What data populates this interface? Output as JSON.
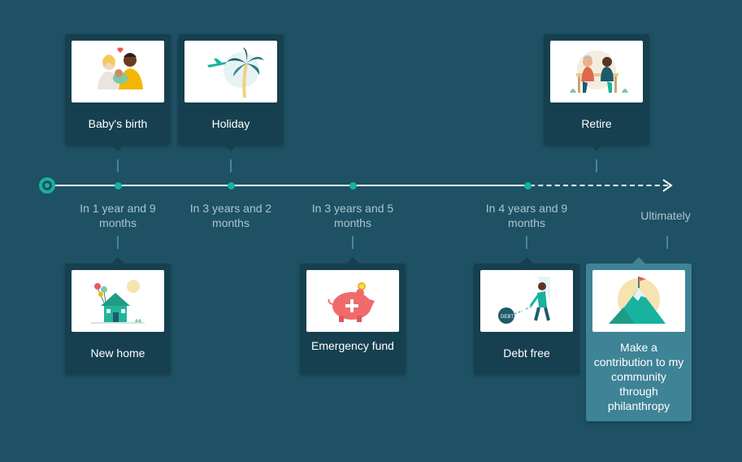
{
  "milestones_top": [
    {
      "label": "Baby's birth",
      "image": "parents-with-baby-illustration"
    },
    {
      "label": "Holiday",
      "image": "palm-tree-airplane-illustration"
    },
    {
      "label": "Retire",
      "image": "elderly-couple-on-bench-illustration"
    }
  ],
  "milestones_bottom": [
    {
      "label": "New home",
      "image": "house-with-balloons-illustration"
    },
    {
      "label": "Emergency fund",
      "image": "piggy-bank-illustration"
    },
    {
      "label": "Debt free",
      "image": "breaking-debt-chain-illustration"
    },
    {
      "label": "Make a contribution to my community through philanthropy",
      "image": "mountain-flag-illustration"
    }
  ],
  "timeline": {
    "times": [
      "In 1 year and 9 months",
      "In 3 years and 2 months",
      "In 3 years and 5 months",
      "In 4 years and 9 months",
      "Ultimately"
    ]
  },
  "colors": {
    "background": "#1e5164",
    "card": "#16404f",
    "card_highlight": "#3e8396",
    "accent": "#17b2a0"
  }
}
